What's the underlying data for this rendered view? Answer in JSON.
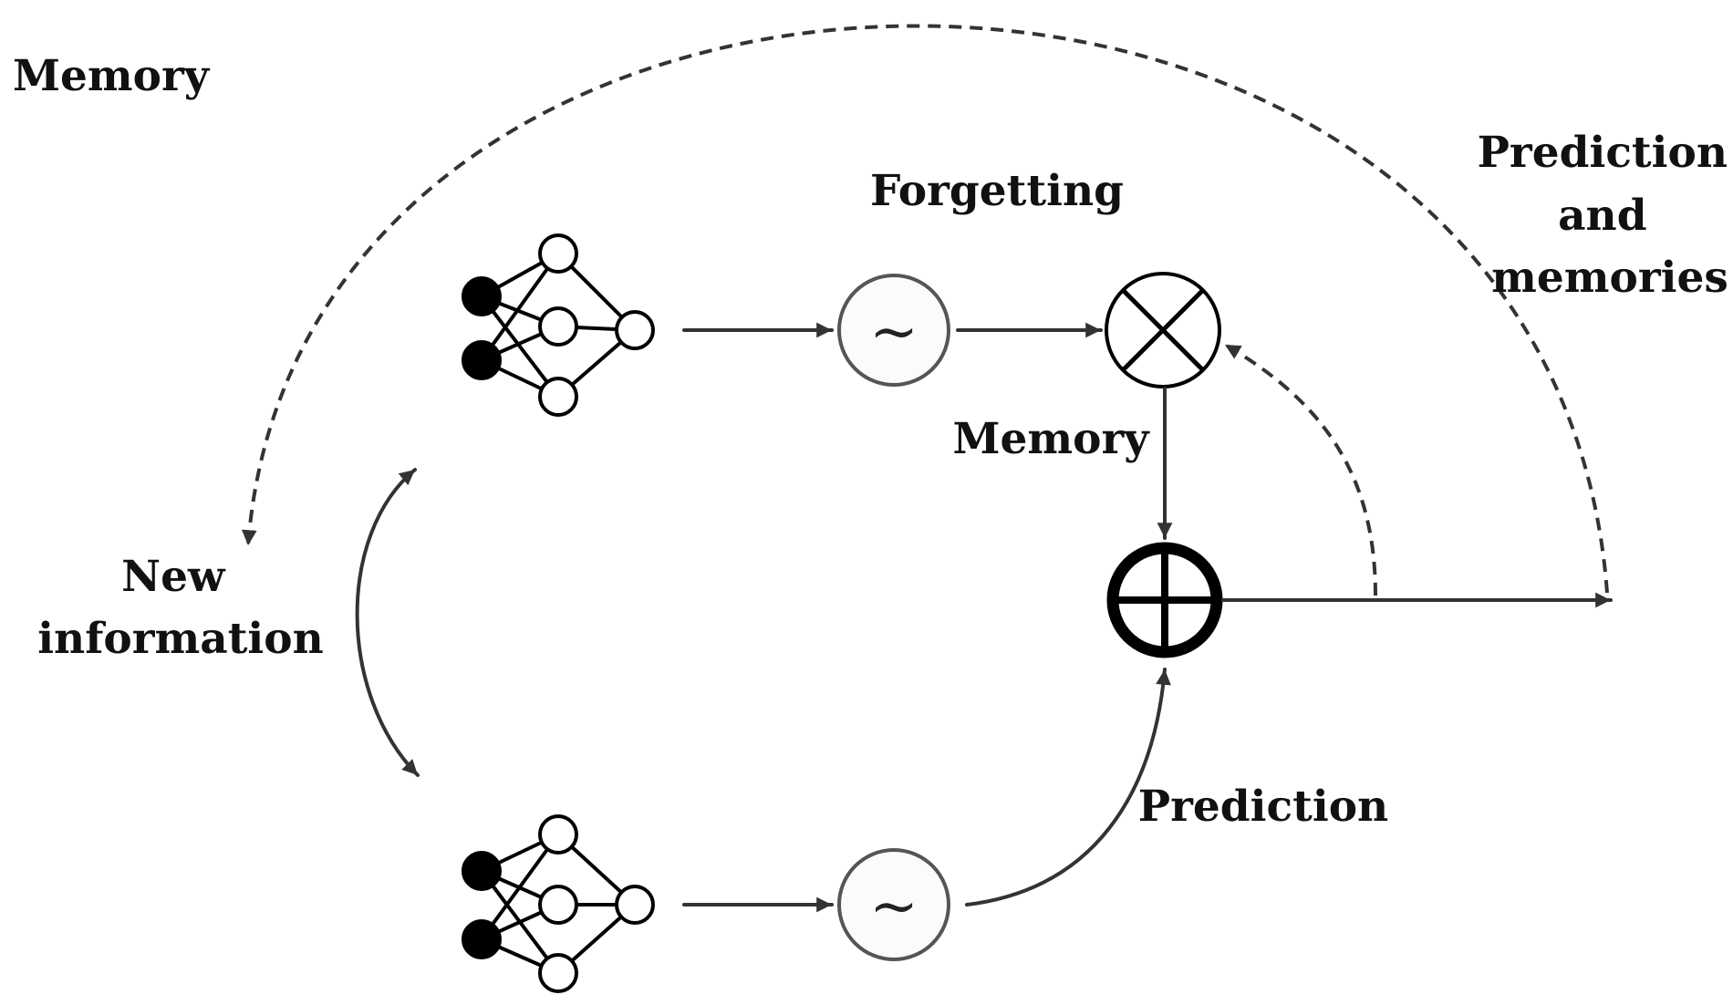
{
  "labels": {
    "memory_top": "Memory",
    "forgetting": "Forgetting",
    "prediction_and_memories": [
      "Prediction",
      "and",
      "memories"
    ],
    "memory_mid": "Memory",
    "new_information": [
      "New",
      "information"
    ],
    "prediction": "Prediction"
  },
  "symbols": {
    "activation": "~"
  },
  "icons": {
    "network": "neural-network-icon",
    "activation": "tilde-activation-icon",
    "multiply": "multiply-circle-icon",
    "add": "add-circle-icon"
  },
  "colors": {
    "line": "#333333",
    "text": "#111111",
    "node_fill_input": "#000000",
    "node_fill_hidden": "#ffffff"
  }
}
